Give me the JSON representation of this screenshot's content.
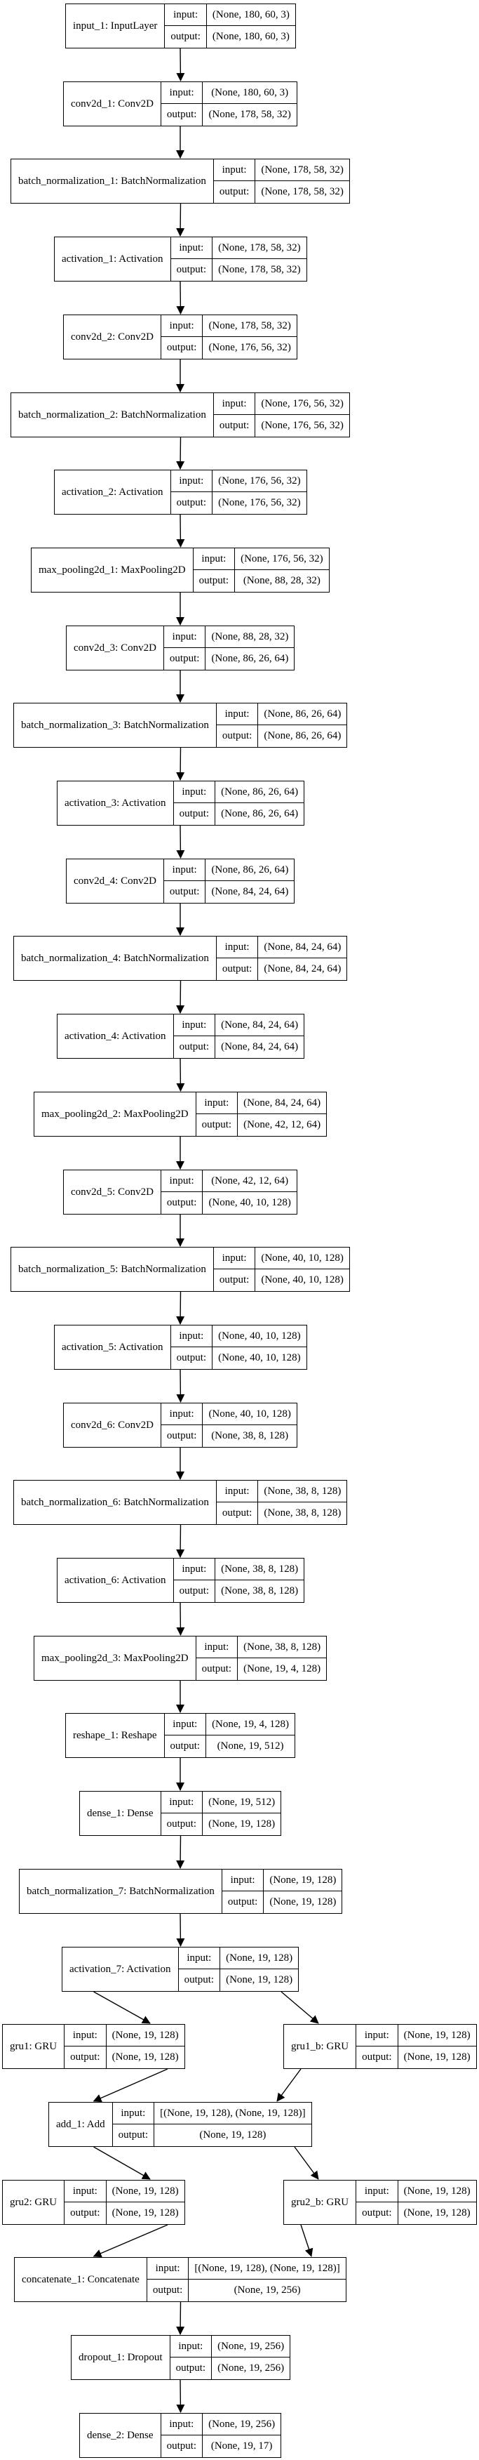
{
  "diagram": {
    "kind": "keras-model-architecture-graph",
    "io_labels": {
      "input": "input:",
      "output": "output:"
    }
  },
  "nodes": [
    {
      "id": "input_1",
      "label": "input_1: InputLayer",
      "input": "(None, 180, 60, 3)",
      "output": "(None, 180, 60, 3)",
      "row": 0,
      "col": "c"
    },
    {
      "id": "conv2d_1",
      "label": "conv2d_1: Conv2D",
      "input": "(None, 180, 60, 3)",
      "output": "(None, 178, 58, 32)",
      "row": 1,
      "col": "c"
    },
    {
      "id": "batch_normalization_1",
      "label": "batch_normalization_1: BatchNormalization",
      "input": "(None, 178, 58, 32)",
      "output": "(None, 178, 58, 32)",
      "row": 2,
      "col": "c"
    },
    {
      "id": "activation_1",
      "label": "activation_1: Activation",
      "input": "(None, 178, 58, 32)",
      "output": "(None, 178, 58, 32)",
      "row": 3,
      "col": "c"
    },
    {
      "id": "conv2d_2",
      "label": "conv2d_2: Conv2D",
      "input": "(None, 178, 58, 32)",
      "output": "(None, 176, 56, 32)",
      "row": 4,
      "col": "c"
    },
    {
      "id": "batch_normalization_2",
      "label": "batch_normalization_2: BatchNormalization",
      "input": "(None, 176, 56, 32)",
      "output": "(None, 176, 56, 32)",
      "row": 5,
      "col": "c"
    },
    {
      "id": "activation_2",
      "label": "activation_2: Activation",
      "input": "(None, 176, 56, 32)",
      "output": "(None, 176, 56, 32)",
      "row": 6,
      "col": "c"
    },
    {
      "id": "max_pooling2d_1",
      "label": "max_pooling2d_1: MaxPooling2D",
      "input": "(None, 176, 56, 32)",
      "output": "(None, 88, 28, 32)",
      "row": 7,
      "col": "c"
    },
    {
      "id": "conv2d_3",
      "label": "conv2d_3: Conv2D",
      "input": "(None, 88, 28, 32)",
      "output": "(None, 86, 26, 64)",
      "row": 8,
      "col": "c"
    },
    {
      "id": "batch_normalization_3",
      "label": "batch_normalization_3: BatchNormalization",
      "input": "(None, 86, 26, 64)",
      "output": "(None, 86, 26, 64)",
      "row": 9,
      "col": "c"
    },
    {
      "id": "activation_3",
      "label": "activation_3: Activation",
      "input": "(None, 86, 26, 64)",
      "output": "(None, 86, 26, 64)",
      "row": 10,
      "col": "c"
    },
    {
      "id": "conv2d_4",
      "label": "conv2d_4: Conv2D",
      "input": "(None, 86, 26, 64)",
      "output": "(None, 84, 24, 64)",
      "row": 11,
      "col": "c"
    },
    {
      "id": "batch_normalization_4",
      "label": "batch_normalization_4: BatchNormalization",
      "input": "(None, 84, 24, 64)",
      "output": "(None, 84, 24, 64)",
      "row": 12,
      "col": "c"
    },
    {
      "id": "activation_4",
      "label": "activation_4: Activation",
      "input": "(None, 84, 24, 64)",
      "output": "(None, 84, 24, 64)",
      "row": 13,
      "col": "c"
    },
    {
      "id": "max_pooling2d_2",
      "label": "max_pooling2d_2: MaxPooling2D",
      "input": "(None, 84, 24, 64)",
      "output": "(None, 42, 12, 64)",
      "row": 14,
      "col": "c"
    },
    {
      "id": "conv2d_5",
      "label": "conv2d_5: Conv2D",
      "input": "(None, 42, 12, 64)",
      "output": "(None, 40, 10, 128)",
      "row": 15,
      "col": "c"
    },
    {
      "id": "batch_normalization_5",
      "label": "batch_normalization_5: BatchNormalization",
      "input": "(None, 40, 10, 128)",
      "output": "(None, 40, 10, 128)",
      "row": 16,
      "col": "c"
    },
    {
      "id": "activation_5",
      "label": "activation_5: Activation",
      "input": "(None, 40, 10, 128)",
      "output": "(None, 40, 10, 128)",
      "row": 17,
      "col": "c"
    },
    {
      "id": "conv2d_6",
      "label": "conv2d_6: Conv2D",
      "input": "(None, 40, 10, 128)",
      "output": "(None, 38, 8, 128)",
      "row": 18,
      "col": "c"
    },
    {
      "id": "batch_normalization_6",
      "label": "batch_normalization_6: BatchNormalization",
      "input": "(None, 38, 8, 128)",
      "output": "(None, 38, 8, 128)",
      "row": 19,
      "col": "c"
    },
    {
      "id": "activation_6",
      "label": "activation_6: Activation",
      "input": "(None, 38, 8, 128)",
      "output": "(None, 38, 8, 128)",
      "row": 20,
      "col": "c"
    },
    {
      "id": "max_pooling2d_3",
      "label": "max_pooling2d_3: MaxPooling2D",
      "input": "(None, 38, 8, 128)",
      "output": "(None, 19, 4, 128)",
      "row": 21,
      "col": "c"
    },
    {
      "id": "reshape_1",
      "label": "reshape_1: Reshape",
      "input": "(None, 19, 4, 128)",
      "output": "(None, 19, 512)",
      "row": 22,
      "col": "c"
    },
    {
      "id": "dense_1",
      "label": "dense_1: Dense",
      "input": "(None, 19, 512)",
      "output": "(None, 19, 128)",
      "row": 23,
      "col": "c"
    },
    {
      "id": "batch_normalization_7",
      "label": "batch_normalization_7: BatchNormalization",
      "input": "(None, 19, 128)",
      "output": "(None, 19, 128)",
      "row": 24,
      "col": "c"
    },
    {
      "id": "activation_7",
      "label": "activation_7: Activation",
      "input": "(None, 19, 128)",
      "output": "(None, 19, 128)",
      "row": 25,
      "col": "c"
    },
    {
      "id": "gru1",
      "label": "gru1: GRU",
      "input": "(None, 19, 128)",
      "output": "(None, 19, 128)",
      "row": 26,
      "col": "l"
    },
    {
      "id": "gru1_b",
      "label": "gru1_b: GRU",
      "input": "(None, 19, 128)",
      "output": "(None, 19, 128)",
      "row": 26,
      "col": "r"
    },
    {
      "id": "add_1",
      "label": "add_1: Add",
      "input": "[(None, 19, 128), (None, 19, 128)]",
      "output": "(None, 19, 128)",
      "row": 27,
      "col": "c"
    },
    {
      "id": "gru2",
      "label": "gru2: GRU",
      "input": "(None, 19, 128)",
      "output": "(None, 19, 128)",
      "row": 28,
      "col": "l"
    },
    {
      "id": "gru2_b",
      "label": "gru2_b: GRU",
      "input": "(None, 19, 128)",
      "output": "(None, 19, 128)",
      "row": 28,
      "col": "r"
    },
    {
      "id": "concatenate_1",
      "label": "concatenate_1: Concatenate",
      "input": "[(None, 19, 128), (None, 19, 128)]",
      "output": "(None, 19, 256)",
      "row": 29,
      "col": "c"
    },
    {
      "id": "dropout_1",
      "label": "dropout_1: Dropout",
      "input": "(None, 19, 256)",
      "output": "(None, 19, 256)",
      "row": 30,
      "col": "c"
    },
    {
      "id": "dense_2",
      "label": "dense_2: Dense",
      "input": "(None, 19, 256)",
      "output": "(None, 19, 17)",
      "row": 31,
      "col": "c"
    }
  ],
  "edges": [
    [
      "input_1",
      "conv2d_1"
    ],
    [
      "conv2d_1",
      "batch_normalization_1"
    ],
    [
      "batch_normalization_1",
      "activation_1"
    ],
    [
      "activation_1",
      "conv2d_2"
    ],
    [
      "conv2d_2",
      "batch_normalization_2"
    ],
    [
      "batch_normalization_2",
      "activation_2"
    ],
    [
      "activation_2",
      "max_pooling2d_1"
    ],
    [
      "max_pooling2d_1",
      "conv2d_3"
    ],
    [
      "conv2d_3",
      "batch_normalization_3"
    ],
    [
      "batch_normalization_3",
      "activation_3"
    ],
    [
      "activation_3",
      "conv2d_4"
    ],
    [
      "conv2d_4",
      "batch_normalization_4"
    ],
    [
      "batch_normalization_4",
      "activation_4"
    ],
    [
      "activation_4",
      "max_pooling2d_2"
    ],
    [
      "max_pooling2d_2",
      "conv2d_5"
    ],
    [
      "conv2d_5",
      "batch_normalization_5"
    ],
    [
      "batch_normalization_5",
      "activation_5"
    ],
    [
      "activation_5",
      "conv2d_6"
    ],
    [
      "conv2d_6",
      "batch_normalization_6"
    ],
    [
      "batch_normalization_6",
      "activation_6"
    ],
    [
      "activation_6",
      "max_pooling2d_3"
    ],
    [
      "max_pooling2d_3",
      "reshape_1"
    ],
    [
      "reshape_1",
      "dense_1"
    ],
    [
      "dense_1",
      "batch_normalization_7"
    ],
    [
      "batch_normalization_7",
      "activation_7"
    ],
    [
      "activation_7",
      "gru1"
    ],
    [
      "activation_7",
      "gru1_b"
    ],
    [
      "gru1",
      "add_1"
    ],
    [
      "gru1_b",
      "add_1"
    ],
    [
      "add_1",
      "gru2"
    ],
    [
      "add_1",
      "gru2_b"
    ],
    [
      "gru2",
      "concatenate_1"
    ],
    [
      "gru2_b",
      "concatenate_1"
    ],
    [
      "concatenate_1",
      "dropout_1"
    ],
    [
      "dropout_1",
      "dense_2"
    ]
  ]
}
